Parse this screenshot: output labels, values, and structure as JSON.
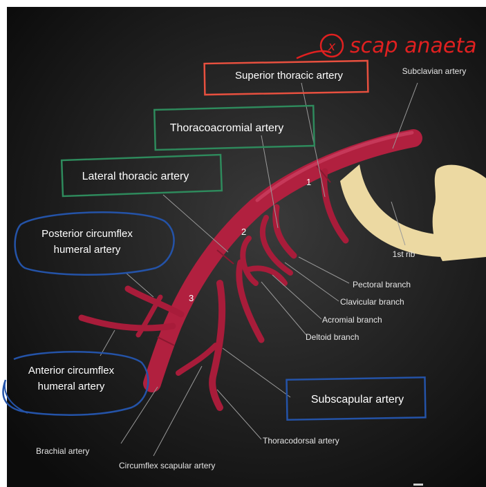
{
  "handwritten_note": "scap anaeta",
  "handwritten_mark": "x",
  "boxed_labels": {
    "superior_thoracic": "Superior thoracic artery",
    "thoracoacromial": "Thoracoacromial artery",
    "lateral_thoracic": "Lateral thoracic artery",
    "posterior_circumflex_line1": "Posterior circumflex",
    "posterior_circumflex_line2": "humeral artery",
    "anterior_circumflex_line1": "Anterior circumflex",
    "anterior_circumflex_line2": "humeral artery",
    "subscapular": "Subscapular artery"
  },
  "plain_labels": {
    "subclavian": "Subclavian artery",
    "first_rib": "1st rib",
    "pectoral": "Pectoral branch",
    "clavicular": "Clavicular branch",
    "acromial": "Acromial branch",
    "deltoid": "Deltoid branch",
    "thoracodorsal": "Thoracodorsal artery",
    "brachial": "Brachial artery",
    "circumflex_scapular": "Circumflex scapular artery"
  },
  "segment_numbers": [
    "1",
    "2",
    "3"
  ],
  "colors": {
    "artery": "#b1203f",
    "artery_highlight": "#d44a6a",
    "bone": "#ecd9a2",
    "background": "#141414",
    "box_red": "#e8503f",
    "box_green": "#2e8a5c",
    "box_blue": "#2453a8",
    "handwriting_red": "#e02020"
  }
}
